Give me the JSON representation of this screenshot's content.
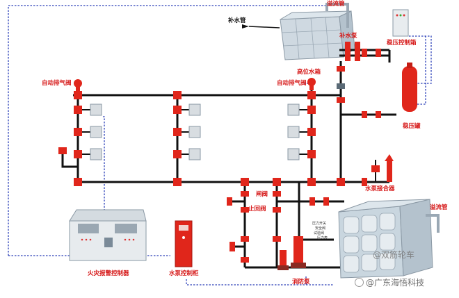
{
  "labels": {
    "makeup_pipe": "补水管",
    "overflow_pipe_top": "溢流管",
    "makeup_pump": "补水泵",
    "pressure_cabinet": "稳压控制箱",
    "high_tank": "高位水箱",
    "auto_vent_left": "自动排气阀",
    "auto_vent_right": "自动排气阀",
    "pressure_tank": "稳压罐",
    "pump_adapter": "水泵接合器",
    "gate_valve": "闸阀",
    "check_valve": "止回阀",
    "overflow_pipe_right": "溢流管",
    "fire_alarm_controller": "火灾报警控制器",
    "pump_cabinet": "水泵控制柜",
    "fire_pump": "消防泵"
  },
  "small_labels": {
    "t1": "压力开关",
    "t2": "安全阀",
    "t3": "试验阀",
    "t4": "压力表"
  },
  "watermarks": {
    "w1": "@双筋轮车",
    "w2": "@广东海悟科技"
  },
  "colors": {
    "pipe": "#111111",
    "fitting": "#e0261b",
    "signal": "#2a3fb8",
    "tank": "#c9d6df"
  },
  "icons": {
    "spray_heads": "sprinkler-head-icon",
    "arrow": "flow-arrow-icon"
  }
}
